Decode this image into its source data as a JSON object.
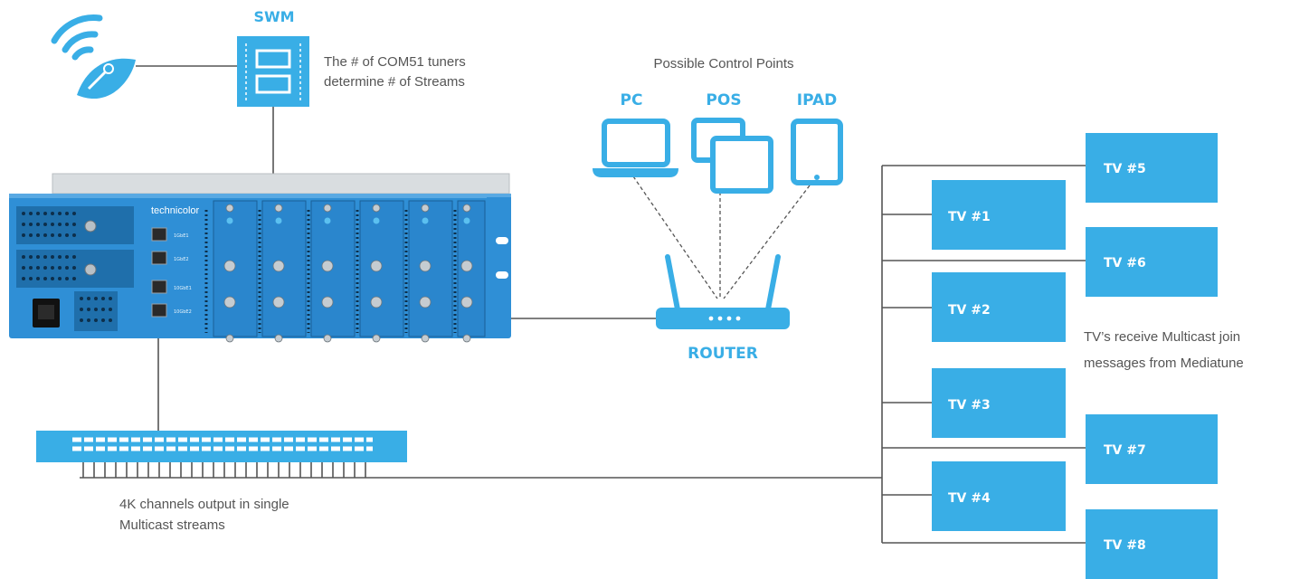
{
  "colors": {
    "accent": "#39aee6",
    "line": "#555555",
    "text": "#555555",
    "chassis": "#2f8fd6"
  },
  "satellite": {
    "icon": "satellite-dish-icon"
  },
  "swm": {
    "label": "SWM",
    "note_line1": "The # of COM51 tuners",
    "note_line2": "determine # of Streams",
    "icon": "swm-multiswitch-icon"
  },
  "server": {
    "brand": "technicolor",
    "ports": [
      "1GbE1",
      "1GbE2",
      "10GbE1",
      "10GbE2"
    ]
  },
  "control": {
    "title": "Possible Control Points",
    "devices": [
      {
        "label": "PC",
        "icon": "laptop-icon"
      },
      {
        "label": "POS",
        "icon": "pos-terminal-icon"
      },
      {
        "label": "IPAD",
        "icon": "tablet-icon"
      }
    ]
  },
  "router": {
    "label": "ROUTER",
    "icon": "router-icon"
  },
  "switch": {
    "note_line1": "4K channels output in single",
    "note_line2": "Multicast streams",
    "icon": "network-switch-icon"
  },
  "tvs": [
    "TV #1",
    "TV #2",
    "TV #3",
    "TV #4",
    "TV #5",
    "TV #6",
    "TV #7",
    "TV #8"
  ],
  "tv_note": {
    "line1": "TV’s receive Multicast join",
    "line2": "messages from Mediatune"
  }
}
